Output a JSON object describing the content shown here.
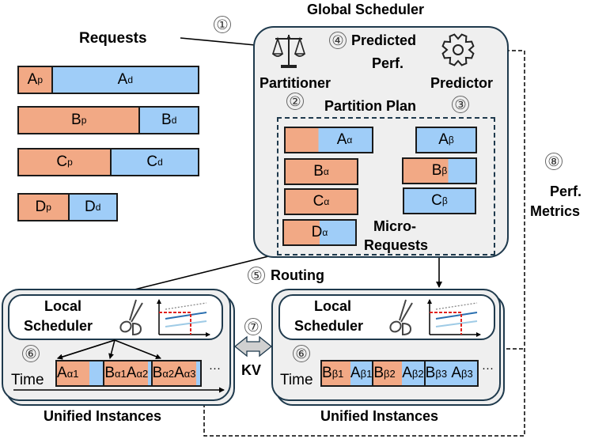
{
  "title": "Global Scheduler",
  "requests": {
    "label": "Requests",
    "items": [
      {
        "name": "A",
        "prefill_label": "A",
        "prefill_sub": "p",
        "decode_label": "A",
        "decode_sub": "d",
        "prefill_fraction": 0.18
      },
      {
        "name": "B",
        "prefill_label": "B",
        "prefill_sub": "p",
        "decode_label": "B",
        "decode_sub": "d",
        "prefill_fraction": 0.67
      },
      {
        "name": "C",
        "prefill_label": "C",
        "prefill_sub": "p",
        "decode_label": "C",
        "decode_sub": "d",
        "prefill_fraction": 0.51
      },
      {
        "name": "D",
        "prefill_label": "D",
        "prefill_sub": "p",
        "decode_label": "D",
        "decode_sub": "d",
        "prefill_fraction": 0.5
      }
    ]
  },
  "steps": {
    "s1": "①",
    "s2": "②",
    "s3": "③",
    "s4": "④",
    "s5": "⑤",
    "s6a": "⑥",
    "s6b": "⑥",
    "s7": "⑦",
    "s8": "⑧"
  },
  "global_scheduler": {
    "partitioner_label": "Partitioner",
    "partitioner_icon": "scales-icon",
    "predictor_label": "Predictor",
    "predictor_icon": "gear-icon",
    "predicted_perf_line1": "Predicted",
    "predicted_perf_line2": "Perf.",
    "partition_plan_label": "Partition Plan",
    "micro_requests_line1": "Micro-",
    "micro_requests_line2": "Requests",
    "alpha": [
      {
        "label": "A",
        "sub": "α",
        "prefill_fraction": 0.38
      },
      {
        "label": "B",
        "sub": "α",
        "prefill_fraction": 1.0
      },
      {
        "label": "C",
        "sub": "α",
        "prefill_fraction": 1.0
      },
      {
        "label": "D",
        "sub": "α",
        "prefill_fraction": 0.5
      }
    ],
    "beta": [
      {
        "label": "A",
        "sub": "β",
        "prefill_fraction": 0.0
      },
      {
        "label": "B",
        "sub": "β",
        "prefill_fraction": 0.62
      },
      {
        "label": "C",
        "sub": "β",
        "prefill_fraction": 0.0
      }
    ]
  },
  "routing_label": "Routing",
  "perf_metrics_line1": "Perf.",
  "perf_metrics_line2": "Metrics",
  "kv_label": "KV",
  "instances": [
    {
      "local_scheduler_line1": "Local",
      "local_scheduler_line2": "Scheduler",
      "time_label": "Time",
      "ellipsis": "···",
      "caption": "Unified Instances",
      "cells": [
        {
          "parts": [
            {
              "label": "A",
              "sub": "α1",
              "phase": "prefill",
              "weight": 0.7
            },
            {
              "label": "",
              "sub": "",
              "phase": "decode",
              "weight": 0.3
            }
          ]
        },
        {
          "parts": [
            {
              "label": "B",
              "sub": "α1",
              "phase": "prefill",
              "weight": 0.5
            },
            {
              "label": "A",
              "sub": "α2",
              "phase": "prefill",
              "weight": 0.2
            },
            {
              "label": "",
              "sub": "",
              "phase": "decode",
              "weight": 0.3
            }
          ]
        },
        {
          "parts": [
            {
              "label": "B",
              "sub": "α2",
              "phase": "prefill",
              "weight": 0.5
            },
            {
              "label": "A",
              "sub": "α3",
              "phase": "prefill",
              "weight": 0.15
            },
            {
              "label": "",
              "sub": "",
              "phase": "decode",
              "weight": 0.35
            }
          ]
        }
      ]
    },
    {
      "local_scheduler_line1": "Local",
      "local_scheduler_line2": "Scheduler",
      "time_label": "Time",
      "ellipsis": "···",
      "caption": "Unified Instances",
      "cells": [
        {
          "parts": [
            {
              "label": "B",
              "sub": "β1",
              "phase": "prefill",
              "weight": 0.65
            },
            {
              "label": "A",
              "sub": "β1",
              "phase": "decode",
              "weight": 0.35
            }
          ]
        },
        {
          "parts": [
            {
              "label": "B",
              "sub": "β2",
              "phase": "prefill",
              "weight": 0.65
            },
            {
              "label": "A",
              "sub": "β2",
              "phase": "decode",
              "weight": 0.35
            }
          ]
        },
        {
          "parts": [
            {
              "label": "B",
              "sub": "β3",
              "phase": "decode",
              "weight": 0.5
            },
            {
              "label": "A",
              "sub": "β3",
              "phase": "decode",
              "weight": 0.5
            }
          ]
        }
      ]
    }
  ],
  "colors": {
    "prefill": "#f2a985",
    "decode": "#9fcdf8",
    "panel_border": "#1f3a4d",
    "panel_fill": "#efefef",
    "threshold_red": "#e0201b",
    "line_dark_blue": "#2a6fb0",
    "line_light_blue": "#9fcbe6"
  }
}
